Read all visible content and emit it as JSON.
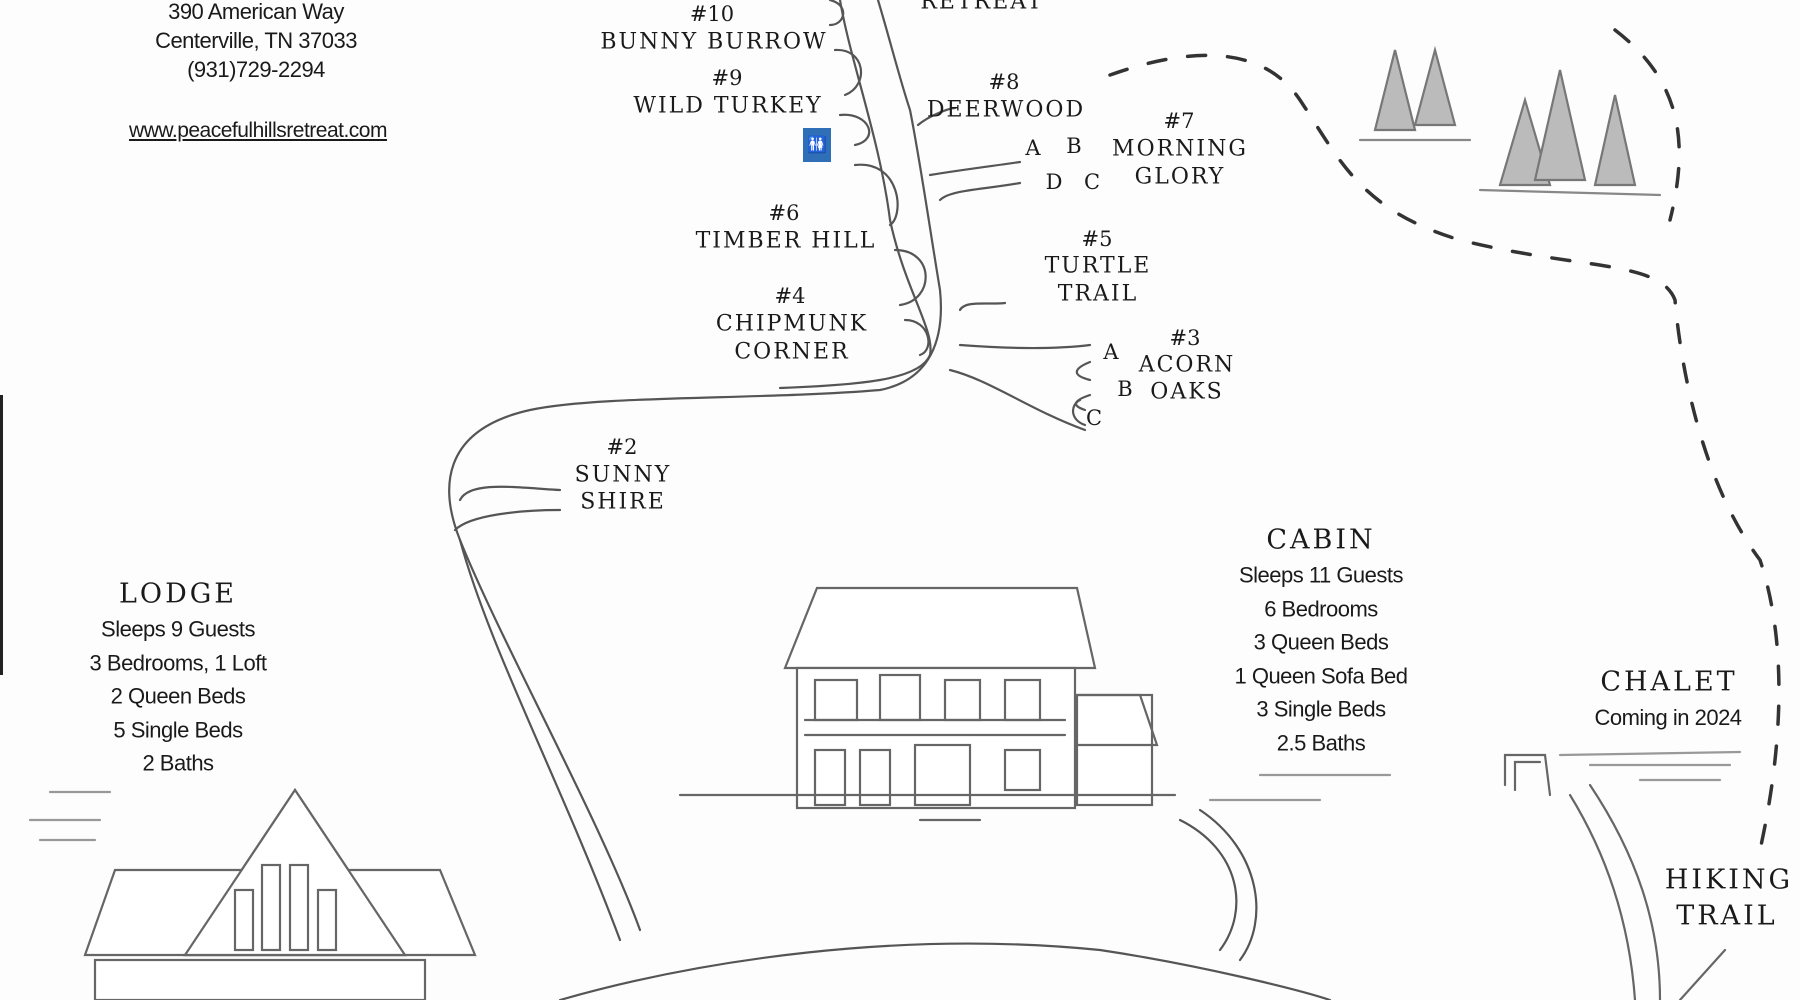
{
  "contact": {
    "address_line1": "390 American Way",
    "address_line2": "Centerville, TN 37033",
    "phone": "(931)729-2294",
    "website": "www.peacefulhillsretreat.com"
  },
  "sites": {
    "retreat_partial": "Retreat",
    "s10": {
      "num": "#10",
      "name": "Bunny Burrow"
    },
    "s9": {
      "num": "#9",
      "name": "Wild Turkey"
    },
    "s8": {
      "num": "#8",
      "name": "Deerwood"
    },
    "s7": {
      "num": "#7",
      "name1": "Morning",
      "name2": "Glory",
      "a": "A",
      "b": "B",
      "c": "C",
      "d": "D"
    },
    "s6": {
      "num": "#6",
      "name": "Timber Hill"
    },
    "s5": {
      "num": "#5",
      "name1": "Turtle",
      "name2": "Trail"
    },
    "s4": {
      "num": "#4",
      "name1": "Chipmunk",
      "name2": "Corner"
    },
    "s3": {
      "num": "#3",
      "name1": "Acorn",
      "name2": "Oaks",
      "a": "A",
      "b": "B",
      "c": "C"
    },
    "s2": {
      "num": "#2",
      "name1": "Sunny",
      "name2": "Shire"
    }
  },
  "lodge": {
    "title": "Lodge",
    "details": [
      "Sleeps 9 Guests",
      "3 Bedrooms, 1 Loft",
      "2 Queen Beds",
      "5 Single Beds",
      "2 Baths"
    ]
  },
  "cabin": {
    "title": "Cabin",
    "details": [
      "Sleeps 11 Guests",
      "6 Bedrooms",
      "3 Queen Beds",
      "1 Queen Sofa Bed",
      "3 Single Beds",
      "2.5 Baths"
    ]
  },
  "chalet": {
    "title": "Chalet",
    "note": "Coming in 2024"
  },
  "hiking": {
    "line1": "Hiking",
    "line2": "Trail"
  },
  "icons": {
    "restroom": "restroom-icon"
  },
  "colors": {
    "ink": "#1a1a1a",
    "restroom_sign": "#2e6fb8"
  }
}
